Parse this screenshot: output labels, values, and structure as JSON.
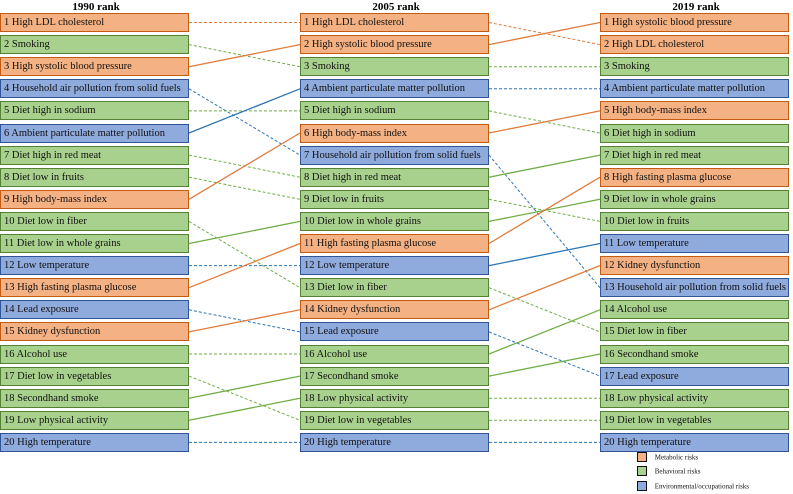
{
  "colors": {
    "metabolic": "#F4B183",
    "behavioral": "#A9D18E",
    "environmental": "#8FAADC",
    "metabolic_line": "#E07B3C",
    "behavioral_line": "#70AD47",
    "environmental_line": "#2E75B6"
  },
  "columns": [
    {
      "title": "1990 rank",
      "items": [
        {
          "label": "1 High LDL cholesterol",
          "category": "metabolic"
        },
        {
          "label": "2 Smoking",
          "category": "behavioral"
        },
        {
          "label": "3 High systolic blood pressure",
          "category": "metabolic"
        },
        {
          "label": "4 Household air pollution from solid fuels",
          "category": "environmental"
        },
        {
          "label": "5 Diet high in sodium",
          "category": "behavioral"
        },
        {
          "label": "6 Ambient particulate matter pollution",
          "category": "environmental"
        },
        {
          "label": "7 Diet high in red meat",
          "category": "behavioral"
        },
        {
          "label": "8 Diet low in fruits",
          "category": "behavioral"
        },
        {
          "label": "9 High body-mass index",
          "category": "metabolic"
        },
        {
          "label": "10 Diet low in fiber",
          "category": "behavioral"
        },
        {
          "label": "11 Diet low in whole grains",
          "category": "behavioral"
        },
        {
          "label": "12 Low temperature",
          "category": "environmental"
        },
        {
          "label": "13 High fasting plasma glucose",
          "category": "metabolic"
        },
        {
          "label": "14 Lead exposure",
          "category": "environmental"
        },
        {
          "label": "15 Kidney dysfunction",
          "category": "metabolic"
        },
        {
          "label": "16 Alcohol use",
          "category": "behavioral"
        },
        {
          "label": "17 Diet low in vegetables",
          "category": "behavioral"
        },
        {
          "label": "18 Secondhand smoke",
          "category": "behavioral"
        },
        {
          "label": "19 Low physical activity",
          "category": "behavioral"
        },
        {
          "label": "20 High temperature",
          "category": "environmental"
        }
      ]
    },
    {
      "title": "2005 rank",
      "items": [
        {
          "label": "1 High LDL cholesterol",
          "category": "metabolic"
        },
        {
          "label": "2 High systolic blood pressure",
          "category": "metabolic"
        },
        {
          "label": "3 Smoking",
          "category": "behavioral"
        },
        {
          "label": "4 Ambient particulate matter pollution",
          "category": "environmental"
        },
        {
          "label": "5 Diet high in sodium",
          "category": "behavioral"
        },
        {
          "label": "6 High body-mass index",
          "category": "metabolic"
        },
        {
          "label": "7 Household air pollution from solid fuels",
          "category": "environmental"
        },
        {
          "label": "8 Diet high in red meat",
          "category": "behavioral"
        },
        {
          "label": "9 Diet low in fruits",
          "category": "behavioral"
        },
        {
          "label": "10 Diet low in whole grains",
          "category": "behavioral"
        },
        {
          "label": "11 High fasting plasma glucose",
          "category": "metabolic"
        },
        {
          "label": "12 Low temperature",
          "category": "environmental"
        },
        {
          "label": "13 Diet low in fiber",
          "category": "behavioral"
        },
        {
          "label": "14 Kidney dysfunction",
          "category": "metabolic"
        },
        {
          "label": "15 Lead exposure",
          "category": "environmental"
        },
        {
          "label": "16 Alcohol use",
          "category": "behavioral"
        },
        {
          "label": "17 Secondhand smoke",
          "category": "behavioral"
        },
        {
          "label": "18 Low physical activity",
          "category": "behavioral"
        },
        {
          "label": "19 Diet low in vegetables",
          "category": "behavioral"
        },
        {
          "label": "20 High temperature",
          "category": "environmental"
        }
      ]
    },
    {
      "title": "2019 rank",
      "items": [
        {
          "label": "1 High systolic blood pressure",
          "category": "metabolic"
        },
        {
          "label": "2 High LDL cholesterol",
          "category": "metabolic"
        },
        {
          "label": "3 Smoking",
          "category": "behavioral"
        },
        {
          "label": "4 Ambient particulate matter pollution",
          "category": "environmental"
        },
        {
          "label": "5 High body-mass index",
          "category": "metabolic"
        },
        {
          "label": "6 Diet high in sodium",
          "category": "behavioral"
        },
        {
          "label": "7 Diet high in red meat",
          "category": "behavioral"
        },
        {
          "label": "8 High fasting plasma glucose",
          "category": "metabolic"
        },
        {
          "label": "9 Diet low in whole grains",
          "category": "behavioral"
        },
        {
          "label": "10 Diet low in fruits",
          "category": "behavioral"
        },
        {
          "label": "11 Low temperature",
          "category": "environmental"
        },
        {
          "label": "12 Kidney dysfunction",
          "category": "metabolic"
        },
        {
          "label": "13 Household air pollution from solid fuels",
          "category": "environmental"
        },
        {
          "label": "14 Alcohol use",
          "category": "behavioral"
        },
        {
          "label": "15 Diet low in fiber",
          "category": "behavioral"
        },
        {
          "label": "16 Secondhand smoke",
          "category": "behavioral"
        },
        {
          "label": "17 Lead exposure",
          "category": "environmental"
        },
        {
          "label": "18 Low physical activity",
          "category": "behavioral"
        },
        {
          "label": "19 Diet low in vegetables",
          "category": "behavioral"
        },
        {
          "label": "20 High temperature",
          "category": "environmental"
        }
      ]
    }
  ],
  "connectors": [
    {
      "from_column": 0,
      "to_column": 1,
      "links": [
        [
          1,
          1
        ],
        [
          2,
          3
        ],
        [
          3,
          2
        ],
        [
          4,
          7
        ],
        [
          5,
          5
        ],
        [
          6,
          4
        ],
        [
          7,
          8
        ],
        [
          8,
          9
        ],
        [
          9,
          6
        ],
        [
          10,
          13
        ],
        [
          11,
          10
        ],
        [
          12,
          12
        ],
        [
          13,
          11
        ],
        [
          14,
          15
        ],
        [
          15,
          14
        ],
        [
          16,
          16
        ],
        [
          17,
          19
        ],
        [
          18,
          17
        ],
        [
          19,
          18
        ],
        [
          20,
          20
        ]
      ]
    },
    {
      "from_column": 1,
      "to_column": 2,
      "links": [
        [
          1,
          2
        ],
        [
          2,
          1
        ],
        [
          3,
          3
        ],
        [
          4,
          4
        ],
        [
          5,
          6
        ],
        [
          6,
          5
        ],
        [
          7,
          13
        ],
        [
          8,
          7
        ],
        [
          9,
          10
        ],
        [
          10,
          9
        ],
        [
          11,
          8
        ],
        [
          12,
          11
        ],
        [
          13,
          15
        ],
        [
          14,
          12
        ],
        [
          15,
          17
        ],
        [
          16,
          14
        ],
        [
          17,
          16
        ],
        [
          18,
          18
        ],
        [
          19,
          19
        ],
        [
          20,
          20
        ]
      ]
    }
  ],
  "legend": [
    {
      "label": "Metabolic risks",
      "category": "metabolic"
    },
    {
      "label": "Behavioral risks",
      "category": "behavioral"
    },
    {
      "label": "Environmental/occupational risks",
      "category": "environmental"
    }
  ]
}
